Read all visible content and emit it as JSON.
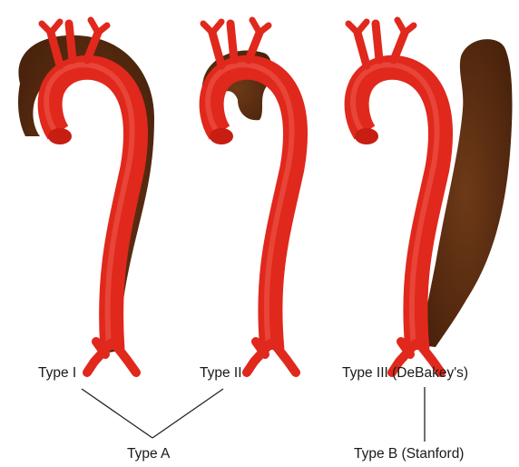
{
  "labels": {
    "type1": "Type I",
    "type2": "Type II",
    "type3": "Type III (DeBakey's)",
    "typeA": "Type A",
    "typeB": "Type B (Stanford)"
  },
  "colors": {
    "aorta": "#e0281c",
    "aorta_dark": "#a8130b",
    "aorta_highlight": "#f2665a",
    "dissection": "#5e2f12",
    "connector": "#222222"
  }
}
